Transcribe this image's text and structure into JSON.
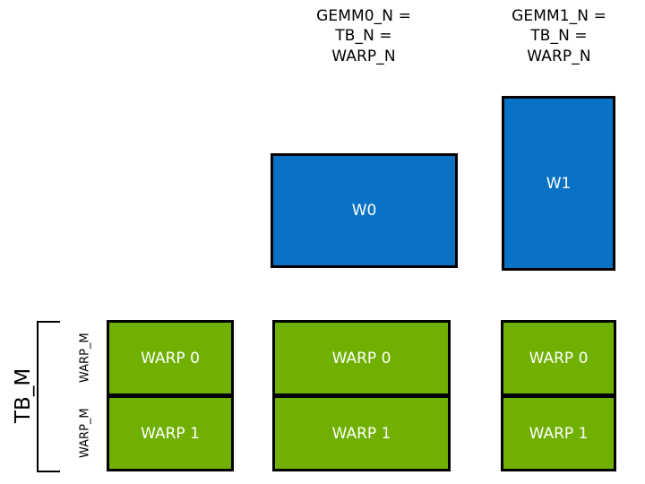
{
  "diagram": {
    "title_columns": [
      {
        "id": "gemm0",
        "text": "GEMM0_N =\nTB_N =\nWARP_N"
      },
      {
        "id": "gemm1",
        "text": "GEMM1_N =\nTB_N =\nWARP_N"
      }
    ],
    "warp_tiles": [
      {
        "id": "w0",
        "label": "W0",
        "color": "#0a72c4"
      },
      {
        "id": "w1",
        "label": "W1",
        "color": "#0b72c2"
      }
    ],
    "axis_labels": {
      "tb_m": "TB_M",
      "warp_m_top": "WARP_M",
      "warp_m_bottom": "WARP_M"
    },
    "columns": [
      {
        "id": "col0",
        "cells": [
          {
            "label": "WARP 0"
          },
          {
            "label": "WARP 1"
          }
        ]
      },
      {
        "id": "col1",
        "cells": [
          {
            "label": "WARP 0"
          },
          {
            "label": "WARP 1"
          }
        ]
      },
      {
        "id": "col2",
        "cells": [
          {
            "label": "WARP 0"
          },
          {
            "label": "WARP 1"
          }
        ]
      }
    ],
    "colors": {
      "green": "#70b000",
      "blue": "#0a72c4",
      "outline": "#000000",
      "background": "#ffffff",
      "box_text": "#ffffff",
      "caption_text": "#000000"
    }
  }
}
